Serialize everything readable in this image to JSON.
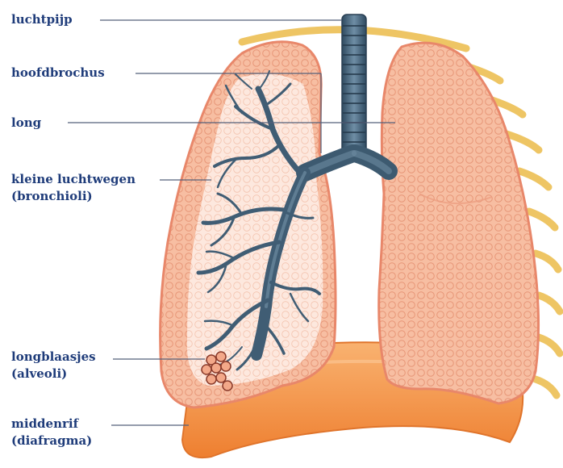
{
  "labels": {
    "trachea": "luchtpijp",
    "main_bronchus": "hoofdbrochus",
    "lung": "long",
    "bronchioles": [
      "kleine luchtwegen",
      "(bronchioli)"
    ],
    "alveoli": [
      "longblaasjes",
      "(alveoli)"
    ],
    "diaphragm": [
      "middenrif",
      "(diafragma)"
    ]
  },
  "colors": {
    "label_text": "#1f3c7a",
    "leader_line": "#55607a",
    "lung_fill": "#f6b89a",
    "lung_edge": "#e9876a",
    "lung_inner": "#fde6da",
    "airway": "#4d6b82",
    "airway_dark": "#2f4a60",
    "diaphragm": "#f28a3c",
    "diaphragm_light": "#f8b06a",
    "ribs": "#efc866"
  }
}
